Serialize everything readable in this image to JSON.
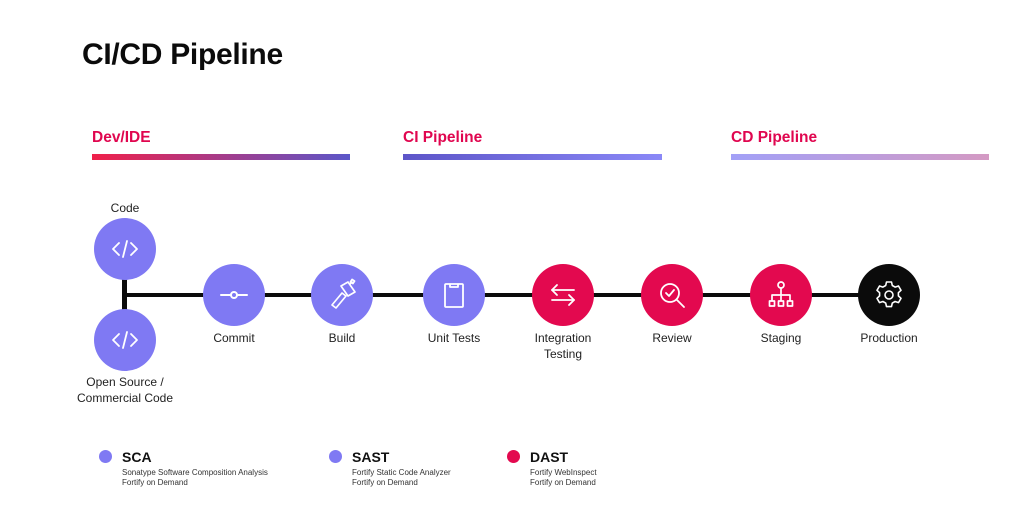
{
  "title": "CI/CD Pipeline",
  "phases": [
    {
      "label": "Dev/IDE",
      "gradient": [
        "#f0204a",
        "#5b57c9"
      ]
    },
    {
      "label": "CI Pipeline",
      "gradient": [
        "#5d55c8",
        "#8a88f7"
      ]
    },
    {
      "label": "CD Pipeline",
      "gradient": [
        "#a2a0f7",
        "#d49ac3"
      ]
    }
  ],
  "nodes": [
    {
      "id": "code",
      "label": "Code",
      "icon": "code-icon",
      "color": "#7f79f3"
    },
    {
      "id": "open-source",
      "label_lines": [
        "Open Source /",
        "Commercial Code"
      ],
      "icon": "code-icon",
      "color": "#7f79f3"
    },
    {
      "id": "commit",
      "label": "Commit",
      "icon": "commit-icon",
      "color": "#7f79f3"
    },
    {
      "id": "build",
      "label": "Build",
      "icon": "hammer-icon",
      "color": "#7f79f3"
    },
    {
      "id": "unit-tests",
      "label": "Unit Tests",
      "icon": "clipboard-icon",
      "color": "#7f79f3"
    },
    {
      "id": "integration-testing",
      "label_lines": [
        "Integration",
        "Testing"
      ],
      "icon": "arrows-exchange-icon",
      "color": "#e3094f"
    },
    {
      "id": "review",
      "label": "Review",
      "icon": "magnifier-check-icon",
      "color": "#e3094f"
    },
    {
      "id": "staging",
      "label": "Staging",
      "icon": "hierarchy-icon",
      "color": "#e3094f"
    },
    {
      "id": "production",
      "label": "Production",
      "icon": "gear-icon",
      "color": "#0b0b0b"
    }
  ],
  "legend": [
    {
      "title": "SCA",
      "color": "#7f79f3",
      "lines": [
        "Sonatype Software Composition Analysis",
        "Fortify on Demand"
      ]
    },
    {
      "title": "SAST",
      "color": "#7f79f3",
      "lines": [
        "Fortify Static Code Analyzer",
        "Fortify on Demand"
      ]
    },
    {
      "title": "DAST",
      "color": "#e3094f",
      "lines": [
        "Fortify WebInspect",
        "Fortify on Demand"
      ]
    }
  ]
}
